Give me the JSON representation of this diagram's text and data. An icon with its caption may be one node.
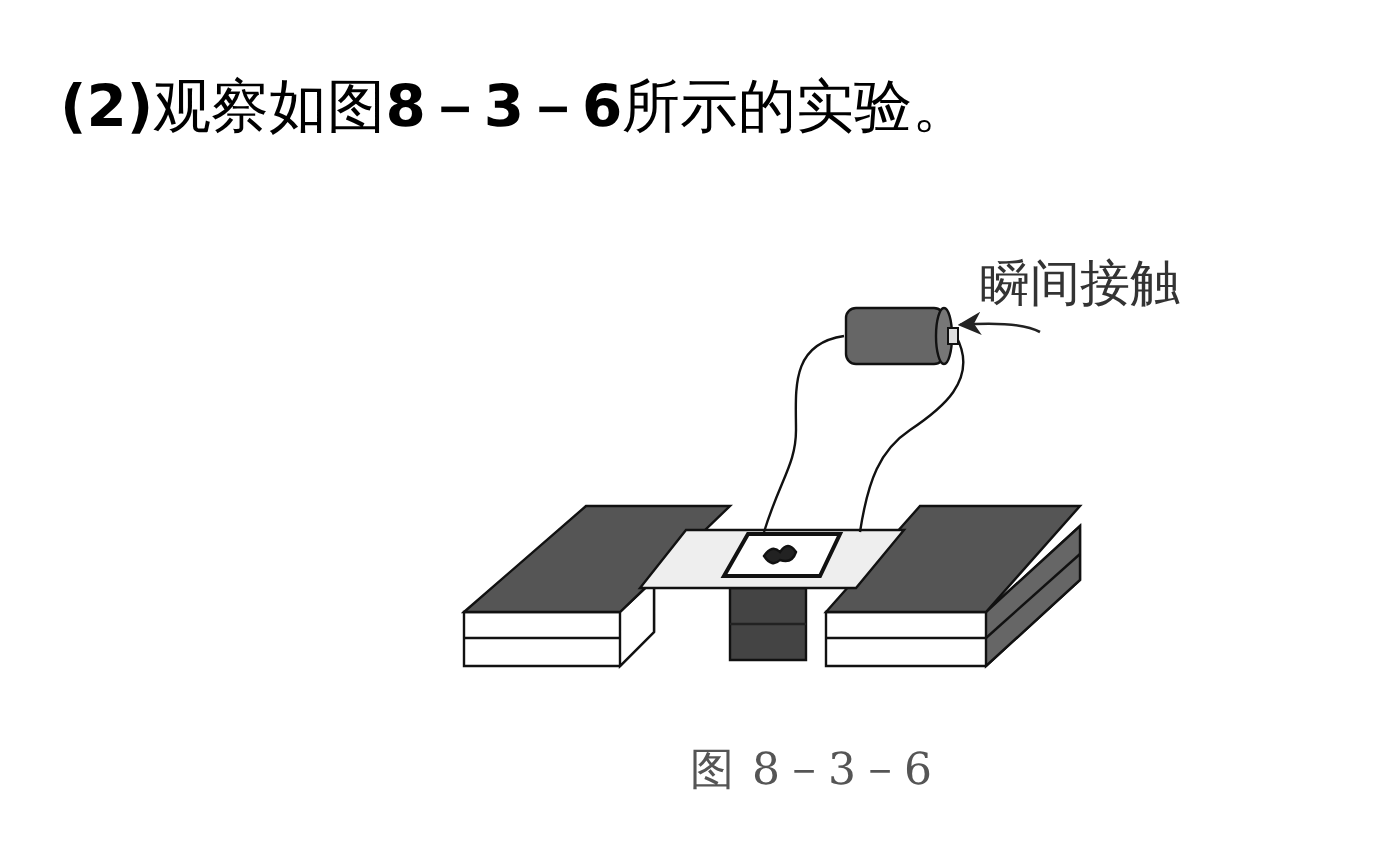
{
  "diagram": {
    "title": "**(2)**观察如图**8－3－6**所示的实验。",
    "caption": "图 8－3－6",
    "nodes": [
      {
        "text": [
          "瞬间接触"
        ]
      },
      {
        "text": [],
        "shape": "cylinder"
      }
    ],
    "edges": [
      {
        "from": 0,
        "to": 1,
        "arrow": "to"
      }
    ]
  }
}
